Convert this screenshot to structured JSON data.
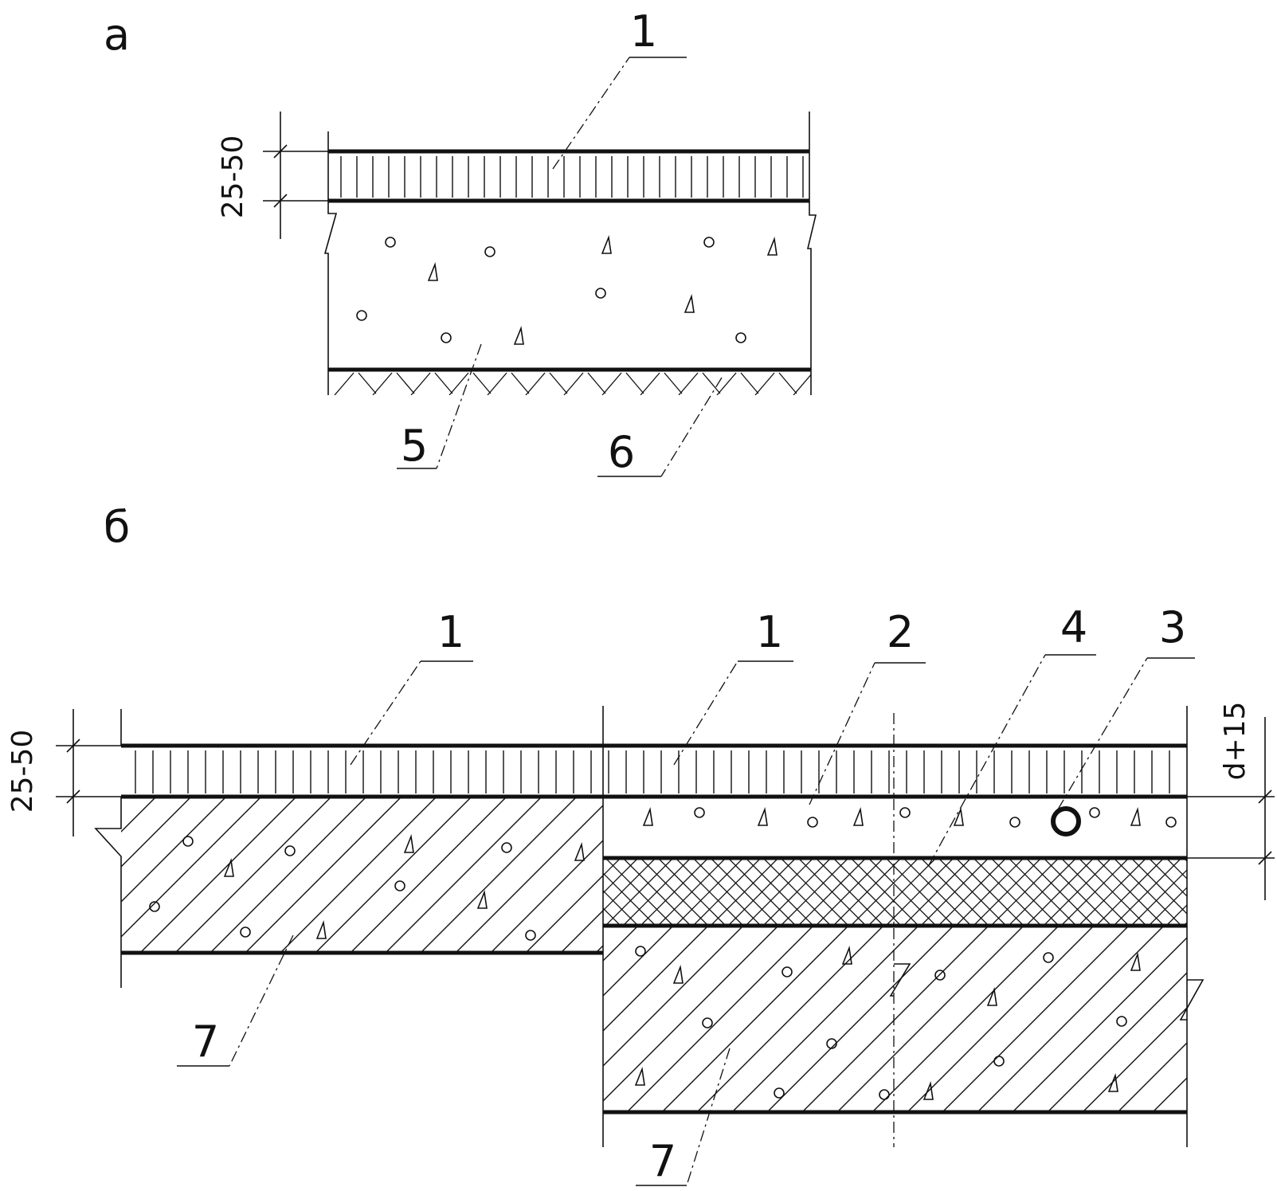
{
  "figure_a": {
    "label": "а",
    "dimension": "25-50",
    "callouts": [
      "1",
      "5",
      "6"
    ]
  },
  "figure_b": {
    "label": "б",
    "dimension_left": "25-50",
    "dimension_right": "d+15",
    "callouts_top": [
      "1",
      "1",
      "2",
      "4",
      "3"
    ],
    "callouts_bottom": [
      "7",
      "7"
    ]
  },
  "colors": {
    "ink": "#111111",
    "paper": "#ffffff"
  }
}
